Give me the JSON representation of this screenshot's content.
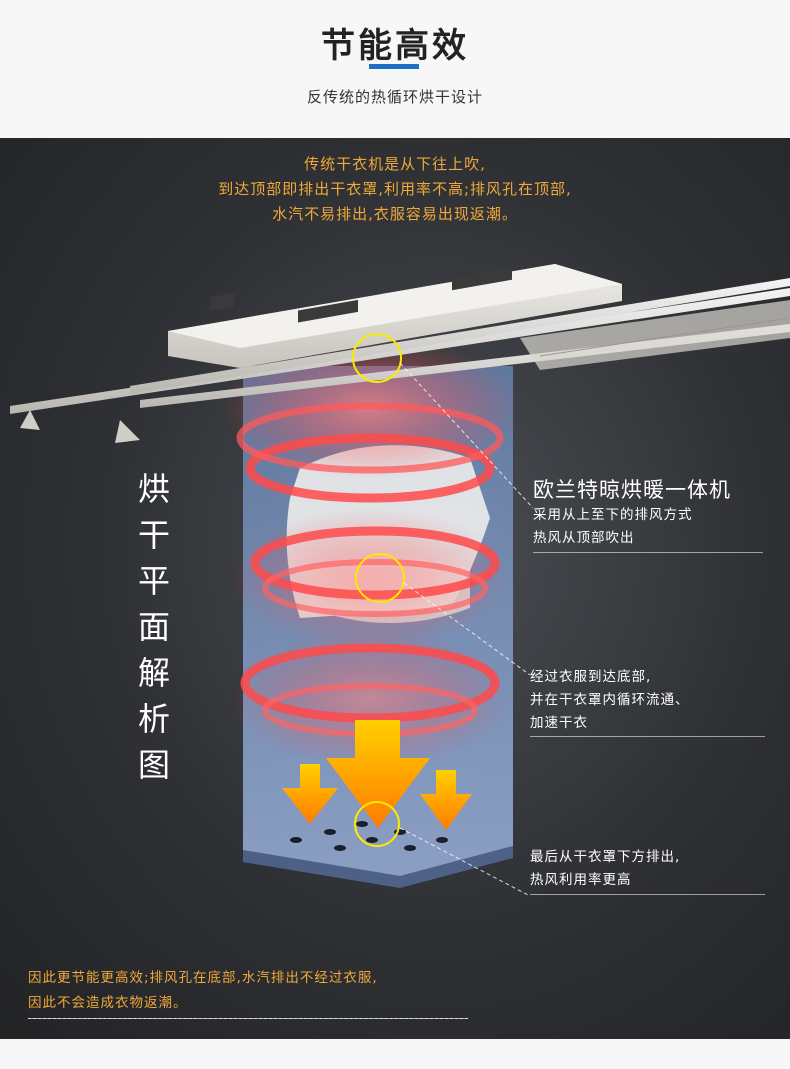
{
  "header": {
    "title": "节能高效",
    "subtitle": "反传统的热循环烘干设计"
  },
  "top_note": {
    "lines": [
      "传统干衣机是从下往上吹,",
      "到达顶部即排出干衣罩,利用率不高;排风孔在顶部,",
      "水汽不易排出,衣服容易出现返潮。"
    ]
  },
  "vertical_title": [
    "烘",
    "干",
    "平",
    "面",
    "解",
    "析",
    "图"
  ],
  "annotations": {
    "product_name": "欧兰特晾烘暖一体机",
    "top_lines": [
      "采用从上至下的排风方式",
      "热风从顶部吹出"
    ],
    "middle_lines": [
      "经过衣服到达底部,",
      "并在干衣罩内循环流通、",
      "加速干衣"
    ],
    "bottom_lines": [
      "最后从干衣罩下方排出,",
      "热风利用率更高"
    ]
  },
  "bottom_note": {
    "lines": [
      "因此更节能更高效;排风孔在底部,水汽排出不经过衣服,",
      "因此不会造成衣物返潮。"
    ]
  },
  "colors": {
    "accent_orange": "#f0a93a",
    "accent_blue": "#1e6fc8",
    "heat_red": "#ff3b3b",
    "arrow_orange": "#ffb400",
    "marker_yellow": "#ffe800"
  }
}
